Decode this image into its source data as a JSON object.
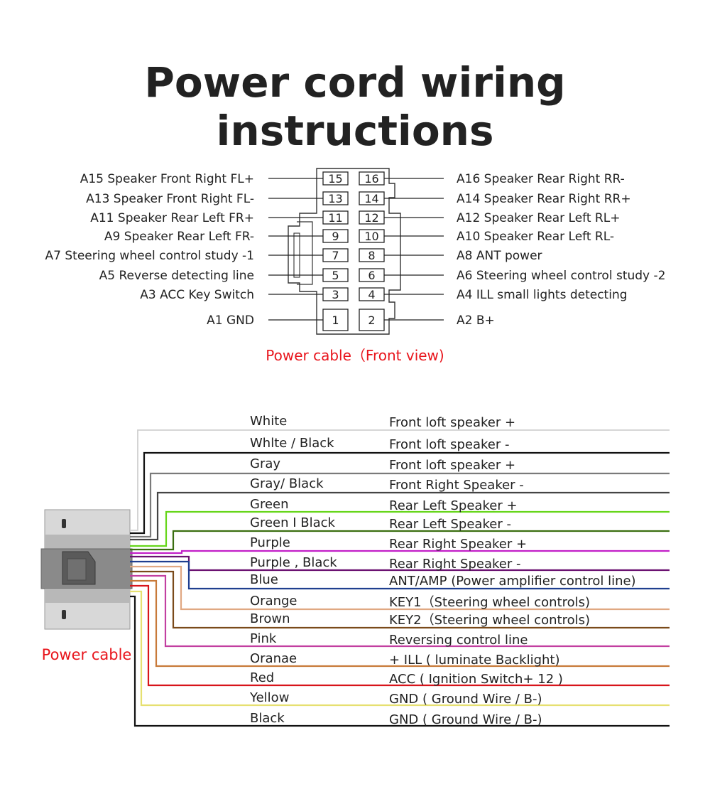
{
  "title": "Power cord wiring instructions",
  "connector": {
    "caption": "Power cable（Front view)",
    "caption_color": "#e8141b",
    "pins_left": [
      {
        "pin": "15",
        "label": "A15 Speaker Front Right FL+"
      },
      {
        "pin": "13",
        "label": "A13 Speaker Front Right FL-"
      },
      {
        "pin": "11",
        "label": "A11 Speaker Rear Left FR+"
      },
      {
        "pin": "9",
        "label": "A9 Speaker Rear Left FR-"
      },
      {
        "pin": "7",
        "label": "A7 Steering wheel control study -1"
      },
      {
        "pin": "5",
        "label": "A5 Reverse detecting line"
      },
      {
        "pin": "3",
        "label": "A3 ACC Key Switch"
      },
      {
        "pin": "1",
        "label": "A1 GND"
      }
    ],
    "pins_right": [
      {
        "pin": "16",
        "label": "A16 Speaker Rear Right RR-"
      },
      {
        "pin": "14",
        "label": "A14 Speaker Rear Right RR+"
      },
      {
        "pin": "12",
        "label": "A12 Speaker Rear Left RL+"
      },
      {
        "pin": "10",
        "label": "A10 Speaker Rear Left RL-"
      },
      {
        "pin": "8",
        "label": "A8 ANT power"
      },
      {
        "pin": "6",
        "label": "A6 Steering wheel control study -2"
      },
      {
        "pin": "4",
        "label": "A4 ILL small lights detecting"
      },
      {
        "pin": "2",
        "label": "A2 B+"
      }
    ]
  },
  "harness": {
    "caption": "Power cable",
    "caption_color": "#e8141b",
    "wires": [
      {
        "color_name": "White",
        "function": "Front loft speaker +",
        "color": "#d0d0d0"
      },
      {
        "color_name": "Whlte / Black",
        "function": "Front loft speaker -",
        "color": "#111111"
      },
      {
        "color_name": "Gray",
        "function": "Front loft speaker +",
        "color": "#7a7a7a"
      },
      {
        "color_name": "Gray/ Black",
        "function": "Front Right Speaker -",
        "color": "#444444"
      },
      {
        "color_name": "Green",
        "function": "Rear Left Speaker +",
        "color": "#66d61a"
      },
      {
        "color_name": "Green I Black",
        "function": "Rear Left Speaker -",
        "color": "#3a6e10"
      },
      {
        "color_name": "Purple",
        "function": "Rear Right Speaker +",
        "color": "#c21ec8"
      },
      {
        "color_name": "Purple , Black",
        "function": "Rear Right Speaker -",
        "color": "#6a1070"
      },
      {
        "color_name": "Blue",
        "function": "ANT/AMP (Power amplifier control line)",
        "color": "#1f3f8f"
      },
      {
        "color_name": "Orange",
        "function": "KEY1（Steering wheel controls)",
        "color": "#e0a882"
      },
      {
        "color_name": "Brown",
        "function": "KEY2（Steering wheel controls)",
        "color": "#7a4a1a"
      },
      {
        "color_name": "Pink",
        "function": "Reversing control line",
        "color": "#c23fa0"
      },
      {
        "color_name": "Oranae",
        "function": "+ ILL ( luminate Backlight)",
        "color": "#c87a3a"
      },
      {
        "color_name": "Red",
        "function": "ACC ( Ignition Switch+ 12 )",
        "color": "#d8141b"
      },
      {
        "color_name": "Yellow",
        "function": "GND ( Ground Wire / B-)",
        "color": "#e6e070"
      },
      {
        "color_name": "Black",
        "function": "GND ( Ground Wire / B-)",
        "color": "#111111"
      }
    ]
  }
}
